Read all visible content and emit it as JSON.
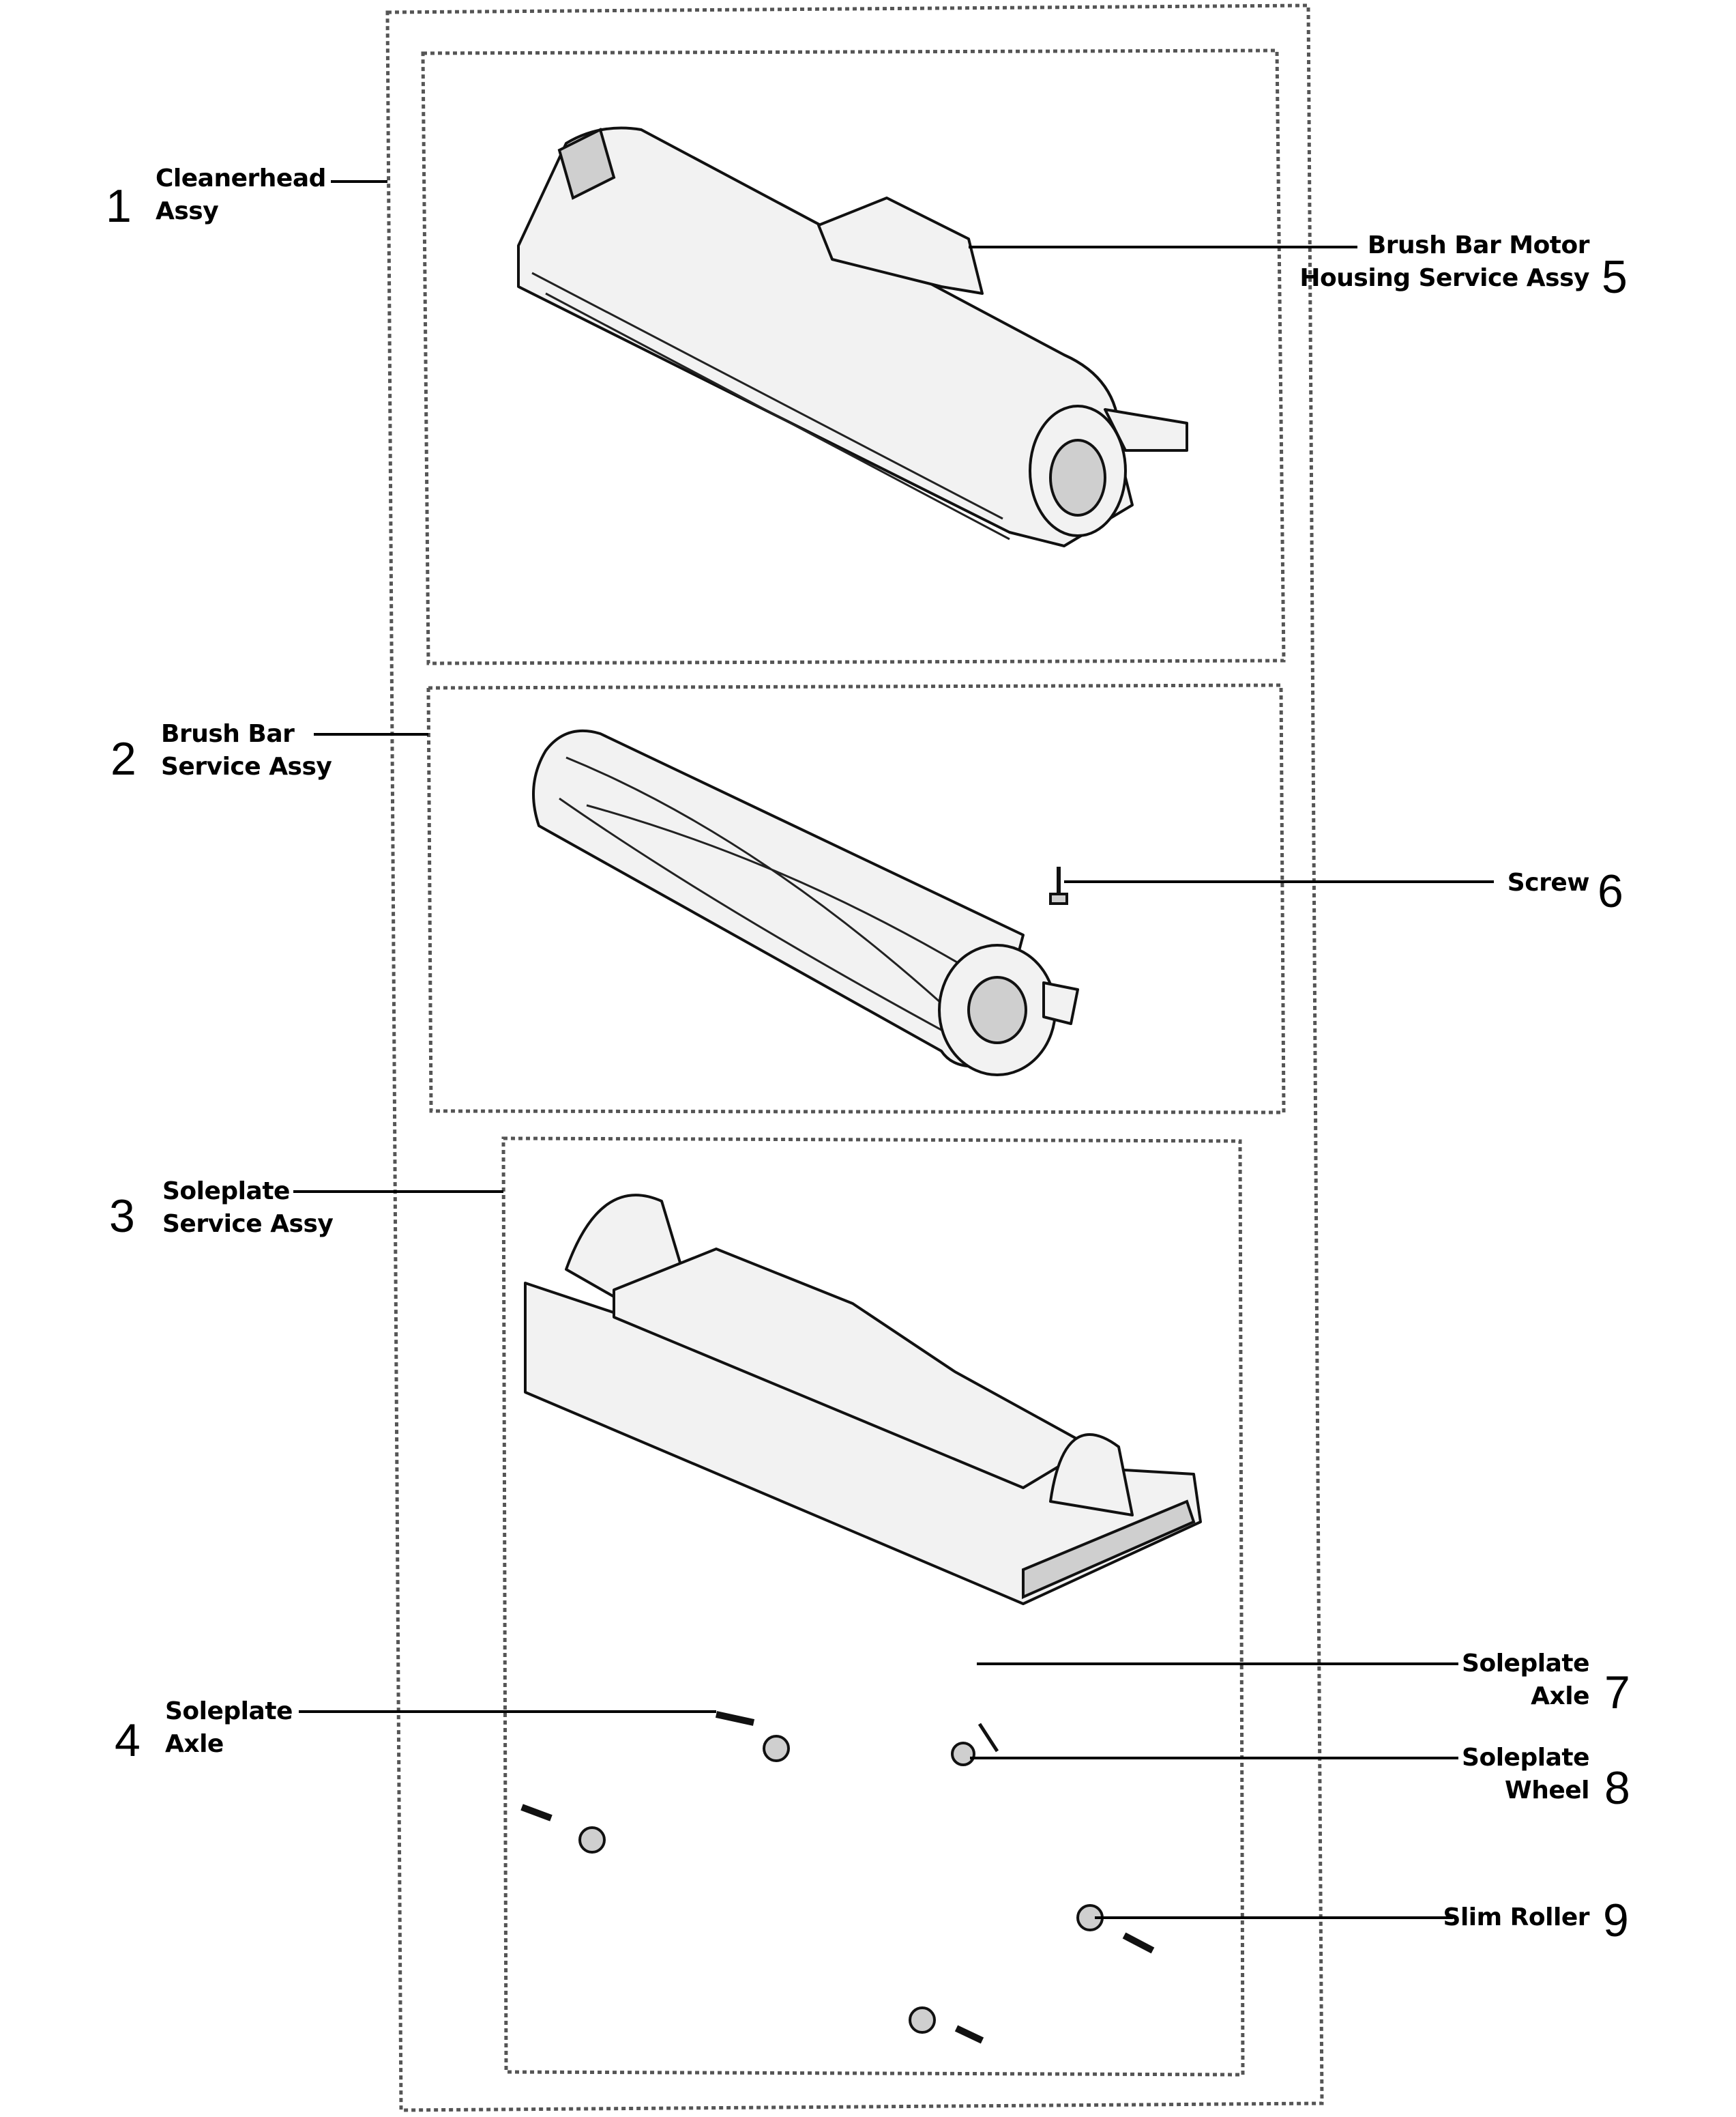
{
  "callouts": [
    {
      "number": "1",
      "label": "Cleanerhead\nAssy"
    },
    {
      "number": "2",
      "label": "Brush Bar\nService Assy"
    },
    {
      "number": "3",
      "label": "Soleplate\nService Assy"
    },
    {
      "number": "4",
      "label": "Soleplate\nAxle"
    },
    {
      "number": "5",
      "label": "Brush Bar Motor\nHousing Service Assy"
    },
    {
      "number": "6",
      "label": "Screw"
    },
    {
      "number": "7",
      "label": "Soleplate\nAxle"
    },
    {
      "number": "8",
      "label": "Soleplate\nWheel"
    },
    {
      "number": "9",
      "label": "Slim Roller"
    }
  ]
}
